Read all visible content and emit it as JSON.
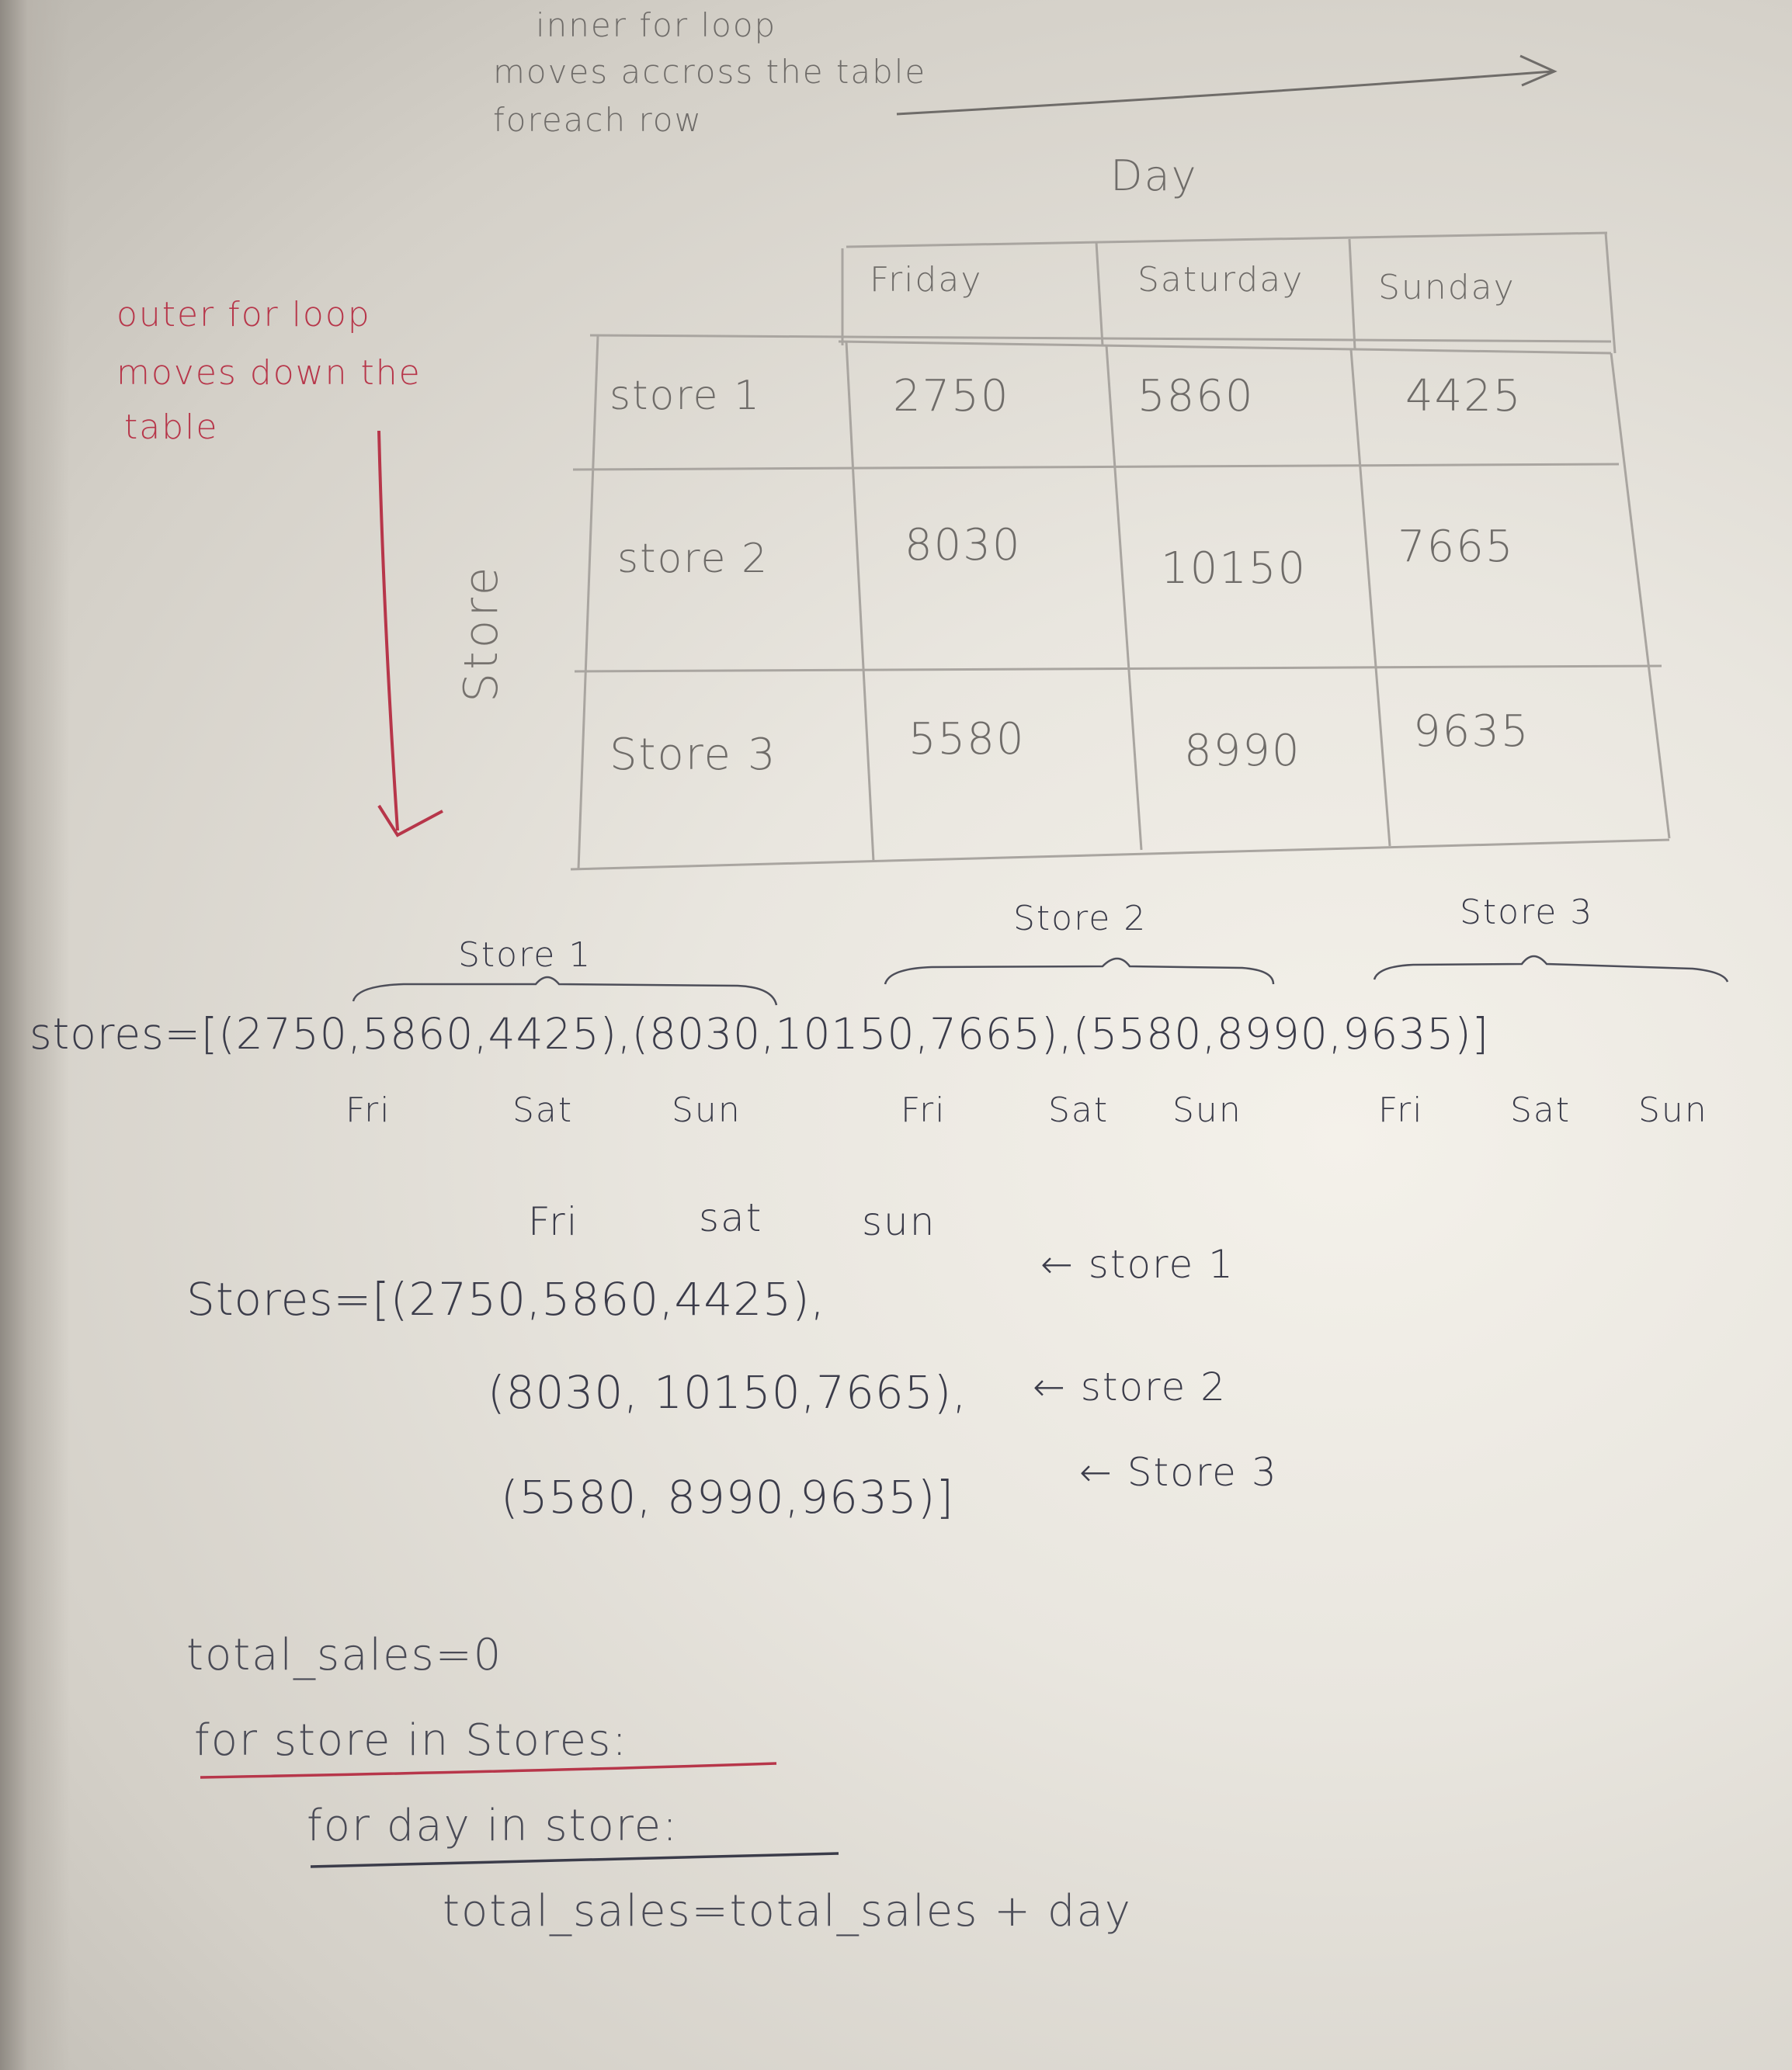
{
  "notes": {
    "inner_loop": [
      "inner for loop",
      "moves accross the table",
      "foreach row"
    ],
    "day_label": "Day",
    "outer_loop": [
      "outer for loop",
      "moves down the",
      "table"
    ],
    "store_label": "Store"
  },
  "table": {
    "columns": [
      "Friday",
      "Saturday",
      "Sunday"
    ],
    "rows": [
      {
        "label": "store 1",
        "values": [
          "2750",
          "5860",
          "4425"
        ]
      },
      {
        "label": "store 2",
        "values": [
          "8030",
          "10150",
          "7665"
        ]
      },
      {
        "label": "Store 3",
        "values": [
          "5580",
          "8990",
          "9635"
        ]
      }
    ]
  },
  "list_line": {
    "text": "stores=[(2750,5860,4425),(8030,10150,7665),(5580,8990,9635)]",
    "brace_labels": [
      "Store 1",
      "Store 2",
      "Store 3"
    ],
    "day_labels": [
      "Fri",
      "Sat",
      "Sun",
      "Fri",
      "Sat",
      "Sun",
      "Fri",
      "Sat",
      "Sun"
    ]
  },
  "stacked_list": {
    "header": [
      "Fri",
      "sat",
      "sun"
    ],
    "lines": [
      {
        "code": "Stores=[(2750,5860,4425),",
        "note": "← store 1"
      },
      {
        "code": "(8030, 10150,7665),",
        "note": "← store 2"
      },
      {
        "code": "(5580, 8990,9635)]",
        "note": "← Store 3"
      }
    ]
  },
  "code": {
    "lines": [
      "total_sales=0",
      "for store in Stores:",
      "for day in store:",
      "total_sales=total_sales + day"
    ]
  }
}
